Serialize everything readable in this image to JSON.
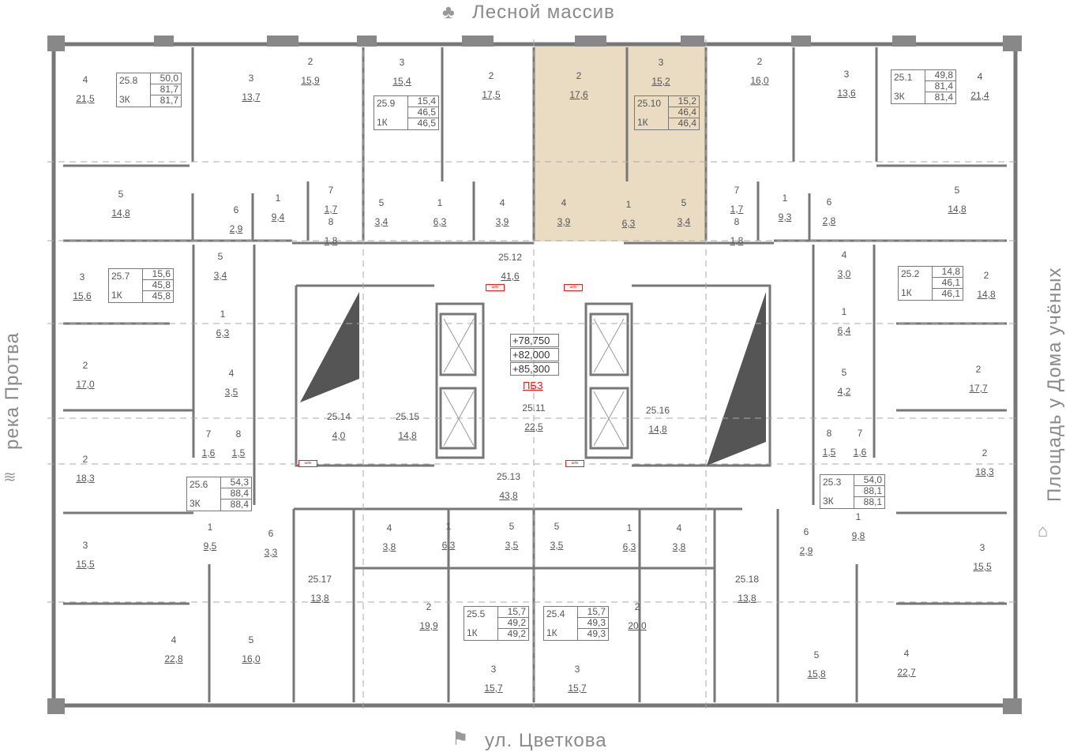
{
  "orientation": {
    "north": "Лесной массив",
    "south": "ул. Цветкова",
    "west": "река Протва",
    "east": "Площадь у Дома учёных"
  },
  "colors": {
    "highlight": "#dcc49a",
    "wall": "#777777",
    "accent_red": "#e02020"
  },
  "highlighted_apartment": "25.10",
  "elevations": [
    "+78,750",
    "+82,000",
    "+85,300"
  ],
  "pbz_label": "ПБЗ",
  "cabinet_label": "шпк",
  "apartments": [
    {
      "id": "25.8",
      "type": "3К",
      "areas": [
        "50,0",
        "81,7",
        "81,7"
      ]
    },
    {
      "id": "25.9",
      "type": "1К",
      "areas": [
        "15,4",
        "46,5",
        "46,5"
      ]
    },
    {
      "id": "25.10",
      "type": "1К",
      "areas": [
        "15,2",
        "46,4",
        "46,4"
      ]
    },
    {
      "id": "25.1",
      "type": "3К",
      "areas": [
        "49,8",
        "81,4",
        "81,4"
      ]
    },
    {
      "id": "25.7",
      "type": "1К",
      "areas": [
        "15,6",
        "45,8",
        "45,8"
      ]
    },
    {
      "id": "25.2",
      "type": "1К",
      "areas": [
        "14,8",
        "46,1",
        "46,1"
      ]
    },
    {
      "id": "25.6",
      "type": "3К",
      "areas": [
        "54,3",
        "88,4",
        "88,4"
      ]
    },
    {
      "id": "25.3",
      "type": "3К",
      "areas": [
        "54,0",
        "88,1",
        "88,1"
      ]
    },
    {
      "id": "25.5",
      "type": "1К",
      "areas": [
        "15,7",
        "49,2",
        "49,2"
      ]
    },
    {
      "id": "25.4",
      "type": "1К",
      "areas": [
        "15,7",
        "49,3",
        "49,3"
      ]
    }
  ],
  "rooms": [
    [
      "4",
      "21,5"
    ],
    [
      "3",
      "13,7"
    ],
    [
      "5",
      "14,8"
    ],
    [
      "6",
      "2,9"
    ],
    [
      "1",
      "9,4"
    ],
    [
      "2",
      "15,9"
    ],
    [
      "3",
      "15,4"
    ],
    [
      "7",
      "1,7"
    ],
    [
      "8",
      "1,8"
    ],
    [
      "5",
      "3,4"
    ],
    [
      "1",
      "6,3"
    ],
    [
      "4",
      "3,9"
    ],
    [
      "2",
      "17,5"
    ],
    [
      "2",
      "17,6"
    ],
    [
      "3",
      "15,2"
    ],
    [
      "4",
      "3,9"
    ],
    [
      "1",
      "6,3"
    ],
    [
      "5",
      "3,4"
    ],
    [
      "2",
      "16,0"
    ],
    [
      "3",
      "13,6"
    ],
    [
      "4",
      "21,4"
    ],
    [
      "7",
      "1,7"
    ],
    [
      "8",
      "1,8"
    ],
    [
      "1",
      "9,3"
    ],
    [
      "6",
      "2,8"
    ],
    [
      "5",
      "14,8"
    ],
    [
      "5",
      "3,4"
    ],
    [
      "3",
      "15,6"
    ],
    [
      "1",
      "6,3"
    ],
    [
      "2",
      "17,0"
    ],
    [
      "4",
      "3,5"
    ],
    [
      "7",
      "1,6"
    ],
    [
      "8",
      "1,5"
    ],
    [
      "2",
      "18,3"
    ],
    [
      "1",
      "9,5"
    ],
    [
      "6",
      "3,3"
    ],
    [
      "3",
      "15,5"
    ],
    [
      "4",
      "22,8"
    ],
    [
      "5",
      "16,0"
    ],
    [
      "4",
      "3,0"
    ],
    [
      "2",
      "14,8"
    ],
    [
      "1",
      "6,4"
    ],
    [
      "2",
      "17,7"
    ],
    [
      "5",
      "4,2"
    ],
    [
      "8",
      "1,5"
    ],
    [
      "7",
      "1,6"
    ],
    [
      "2",
      "18,3"
    ],
    [
      "1",
      "9,8"
    ],
    [
      "6",
      "2,9"
    ],
    [
      "3",
      "15,5"
    ],
    [
      "5",
      "15,8"
    ],
    [
      "4",
      "22,7"
    ],
    [
      "4",
      "3,8"
    ],
    [
      "1",
      "6,3"
    ],
    [
      "5",
      "3,5"
    ],
    [
      "5",
      "3,5"
    ],
    [
      "1",
      "6,3"
    ],
    [
      "4",
      "3,8"
    ],
    [
      "2",
      "19,9"
    ],
    [
      "2",
      "20,0"
    ],
    [
      "3",
      "15,7"
    ],
    [
      "3",
      "15,7"
    ],
    [
      "25.12",
      "41,6"
    ],
    [
      "25.11",
      "22,5"
    ],
    [
      "25.13",
      "43,8"
    ],
    [
      "25.14",
      "4,0"
    ],
    [
      "25.15",
      "14,8"
    ],
    [
      "25.16",
      "14,8"
    ],
    [
      "25.17",
      "13,8"
    ],
    [
      "25.18",
      "13,8"
    ]
  ]
}
